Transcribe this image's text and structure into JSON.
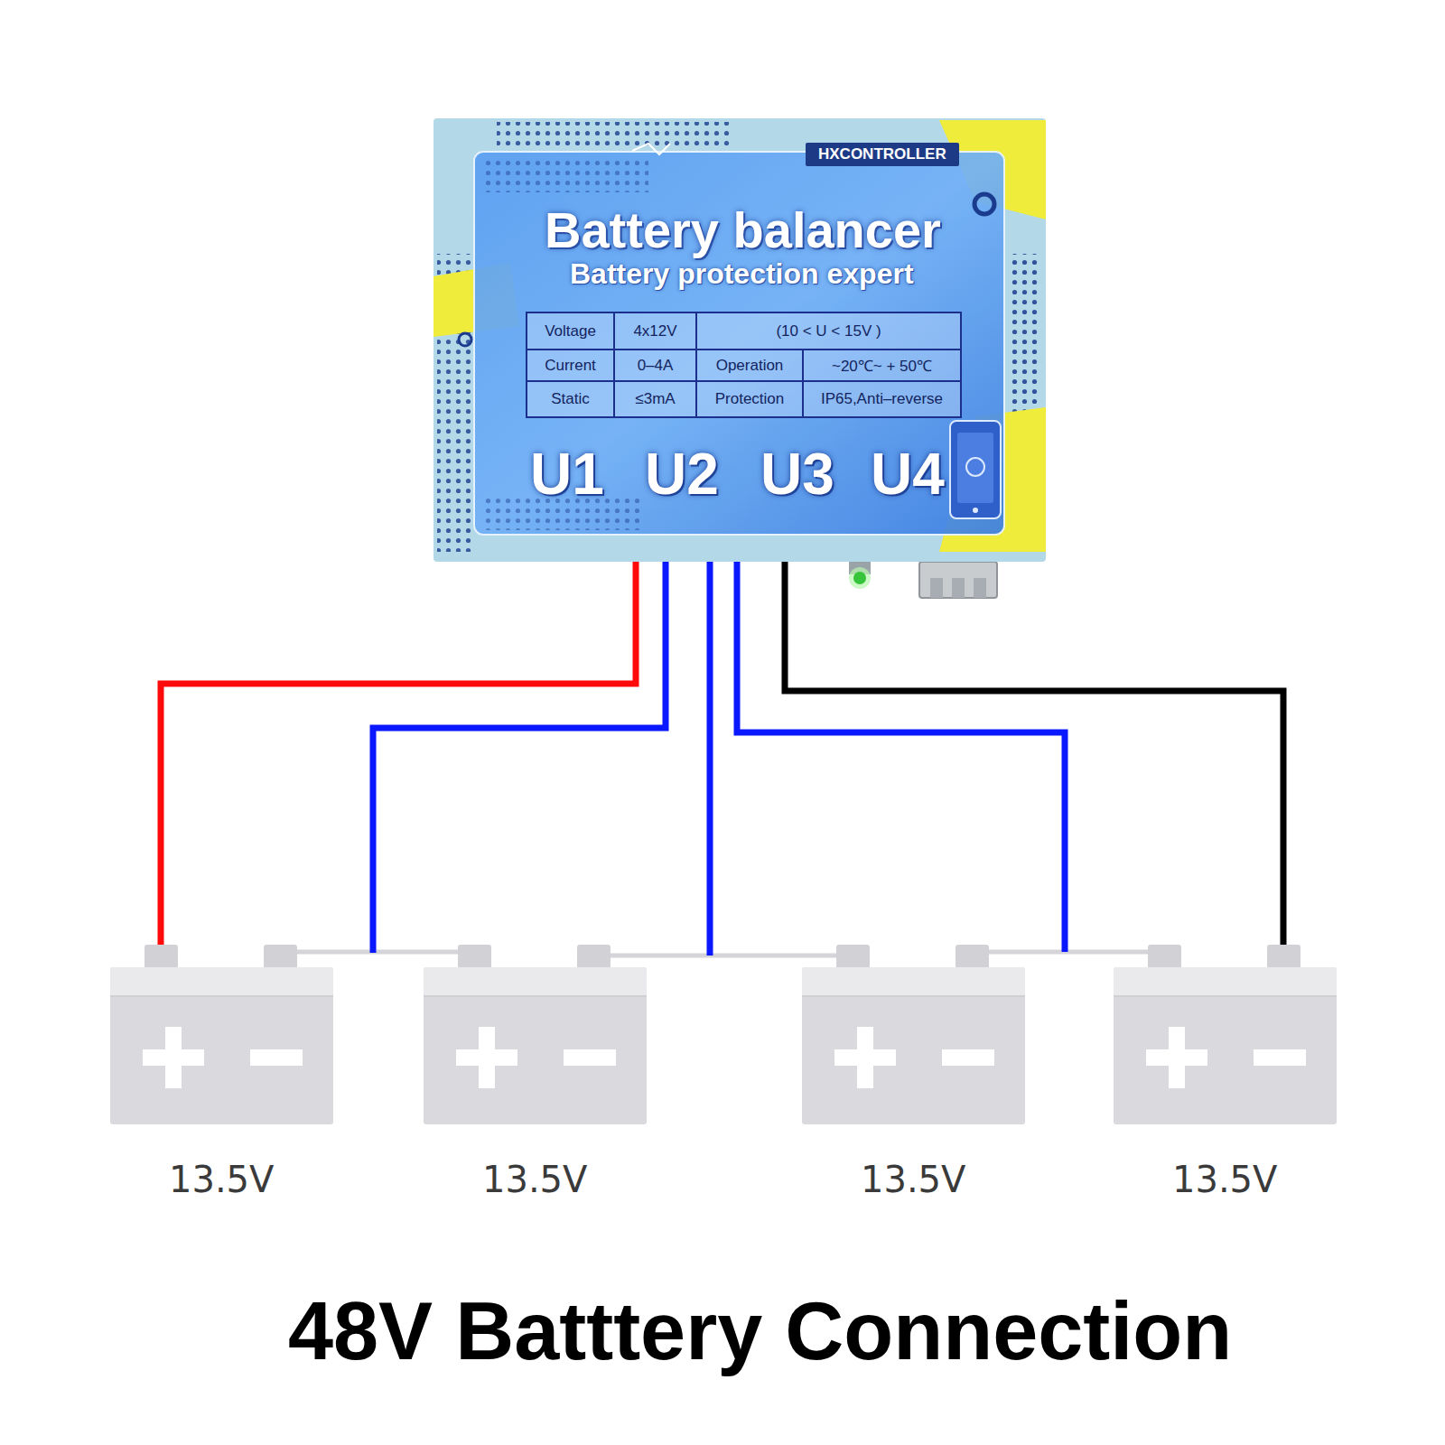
{
  "diagram": {
    "caption": "48V Batttery Connection",
    "nodes": [
      {
        "text": [
          "HXCONTROLLER",
          "Battery balancer",
          "Battery protection expert",
          "U1",
          "U2",
          "U3",
          "U4"
        ]
      },
      {
        "text": [
          "13.5V"
        ]
      },
      {
        "text": [
          "13.5V"
        ]
      },
      {
        "text": [
          "13.5V"
        ]
      },
      {
        "text": [
          "13.5V"
        ]
      }
    ],
    "edges": [
      {
        "from": 0,
        "to": 1,
        "arrow": "none"
      },
      {
        "from": 0,
        "to": 2,
        "arrow": "none"
      },
      {
        "from": 0,
        "to": 3,
        "arrow": "none"
      },
      {
        "from": 0,
        "to": 4,
        "arrow": "none"
      },
      {
        "from": 0,
        "to": 4,
        "arrow": "none"
      }
    ],
    "labels": [
      "Voltage",
      "4x12V",
      "(10 < U < 15V )",
      "Current",
      "0–4A",
      "Operation",
      "~20℃~ + 50℃",
      "Static",
      "≤3mA",
      "Protection",
      "IP65,Anti–reverse"
    ]
  }
}
